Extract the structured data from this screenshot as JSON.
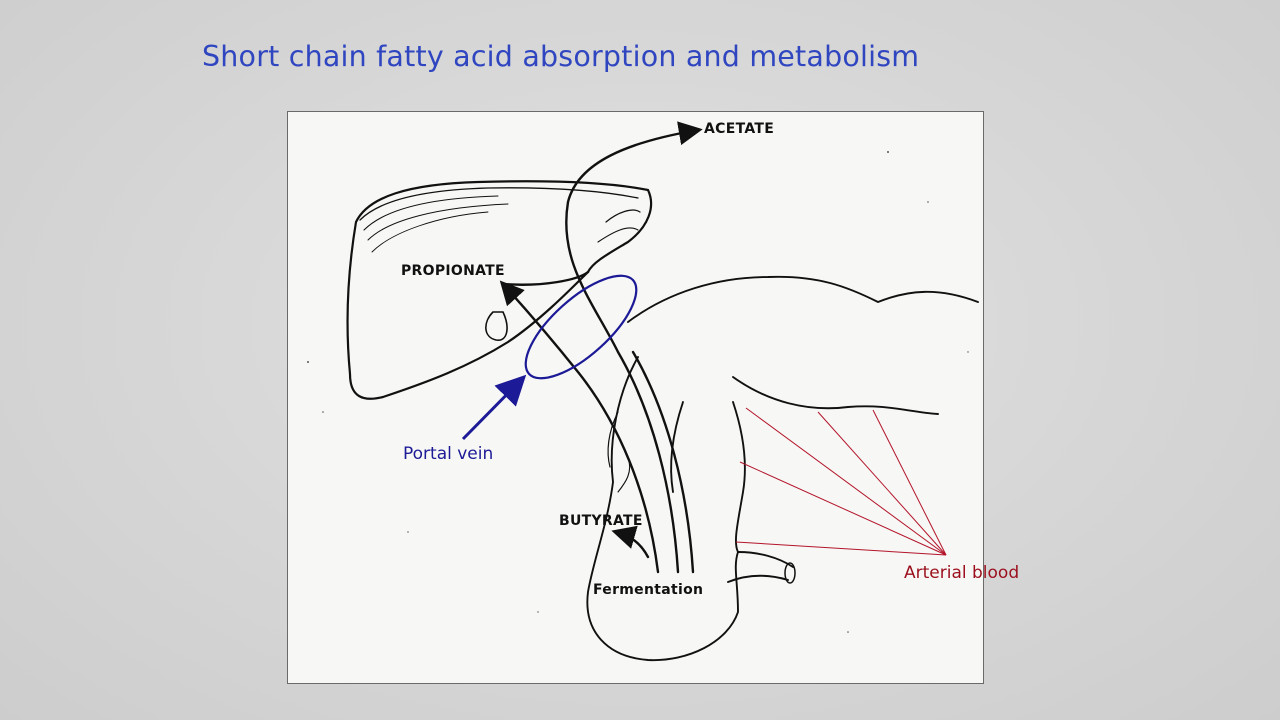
{
  "slide": {
    "title": "Short chain fatty acid absorption and metabolism"
  },
  "diagram": {
    "labels": {
      "acetate": "ACETATE",
      "propionate": "PROPIONATE",
      "portal_vein": "Portal vein",
      "butyrate": "BUTYRATE",
      "fermentation": "Fermentation",
      "arterial_blood": "Arterial blood"
    },
    "colors": {
      "title": "#2f46c0",
      "portal_vein": "#1c1a96",
      "arterial_blood": "#9b0f1c",
      "ink": "#111111"
    }
  }
}
